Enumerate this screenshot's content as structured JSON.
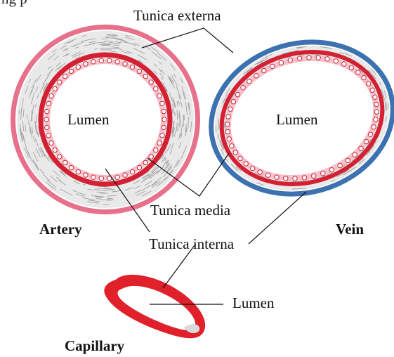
{
  "labels": {
    "top_cut": "...ng p...",
    "tunica_externa": "Tunica externa",
    "tunica_media": "Tunica media",
    "tunica_interna": "Tunica interna",
    "lumen_artery": "Lumen",
    "lumen_vein": "Lumen",
    "lumen_capillary": "Lumen",
    "artery": "Artery",
    "vein": "Vein",
    "capillary": "Capillary"
  },
  "colors": {
    "artery_externa": "#e7708a",
    "vein_externa": "#3d72b0",
    "interna_red": "#d42032",
    "media_gray": "#e9e9e9",
    "fiber_gray": "#9a9a9a",
    "endothelium_pink": "#f6c1cb",
    "capillary_red": "#e0202a",
    "line": "#111111"
  }
}
